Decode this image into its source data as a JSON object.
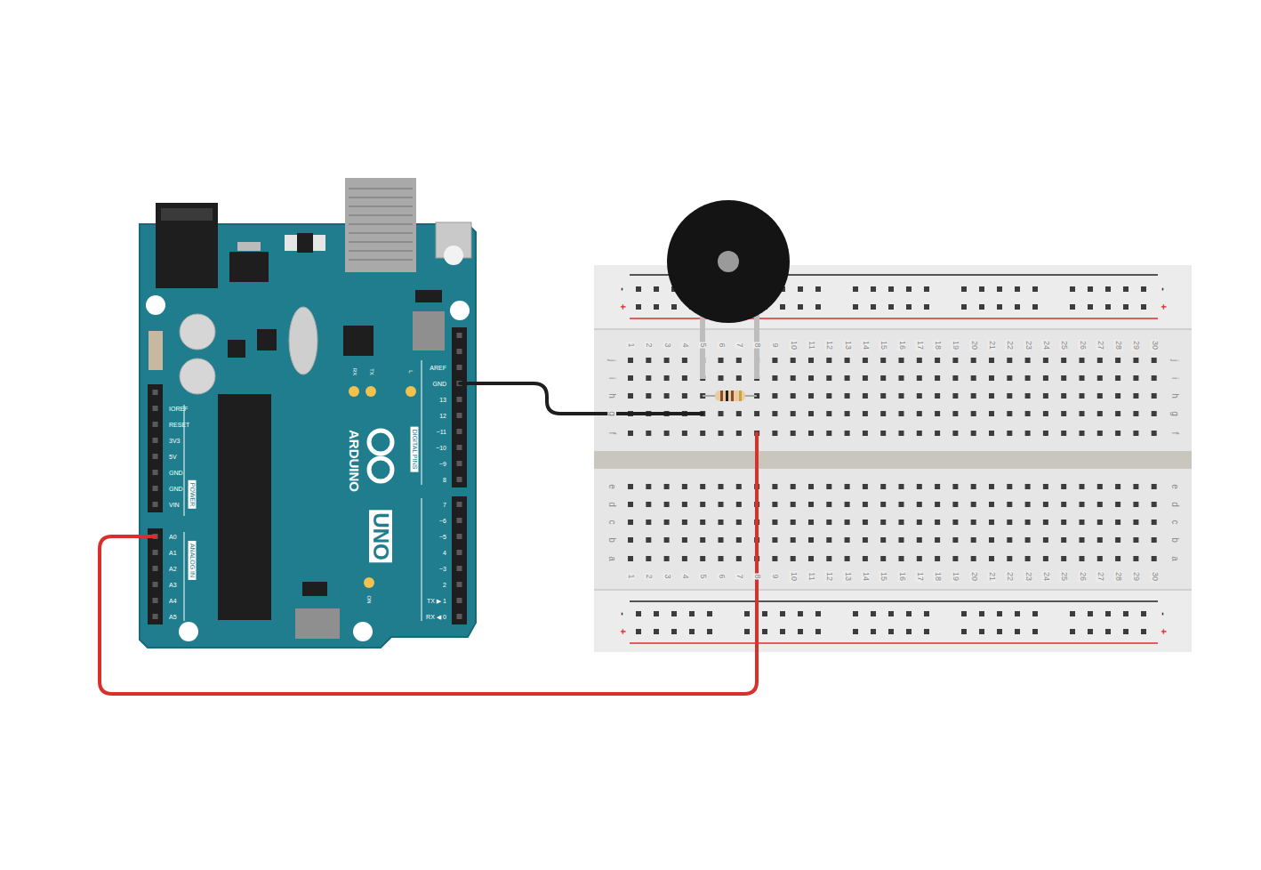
{
  "diagram": {
    "labels": [
      "AREF",
      "GND",
      "13",
      "12",
      "~11",
      "~10",
      "~9",
      "8",
      "7",
      "~6",
      "~5",
      "4",
      "~3",
      "2",
      "TX ▶ 1",
      "RX ◀ 0",
      "IOREF",
      "RESET",
      "3V3",
      "5V",
      "GND",
      "GND",
      "VIN",
      "A0",
      "A1",
      "A2",
      "A3",
      "A4",
      "A5",
      "POWER",
      "ANALOG IN",
      "DIGITAL PINS",
      "ARDUINO",
      "UNO",
      "RX",
      "TX",
      "L",
      "ON",
      "1",
      "2",
      "3",
      "4",
      "5",
      "6",
      "7",
      "8",
      "9",
      "10",
      "11",
      "12",
      "13",
      "14",
      "15",
      "16",
      "17",
      "18",
      "19",
      "20",
      "21",
      "22",
      "23",
      "24",
      "25",
      "26",
      "27",
      "28",
      "29",
      "30",
      "j",
      "i",
      "h",
      "g",
      "f",
      "j",
      "i",
      "h",
      "g",
      "f",
      "e",
      "d",
      "c",
      "b",
      "a",
      "e",
      "d",
      "c",
      "b",
      "a",
      "1",
      "2",
      "3",
      "4",
      "5",
      "6",
      "7",
      "8",
      "9",
      "10",
      "11",
      "12",
      "13",
      "14",
      "15",
      "16",
      "17",
      "18",
      "19",
      "20",
      "21",
      "22",
      "23",
      "24",
      "25",
      "26",
      "27",
      "28",
      "29",
      "30",
      "-",
      "-",
      "+",
      "+",
      "-",
      "-",
      "+",
      "+"
    ]
  }
}
